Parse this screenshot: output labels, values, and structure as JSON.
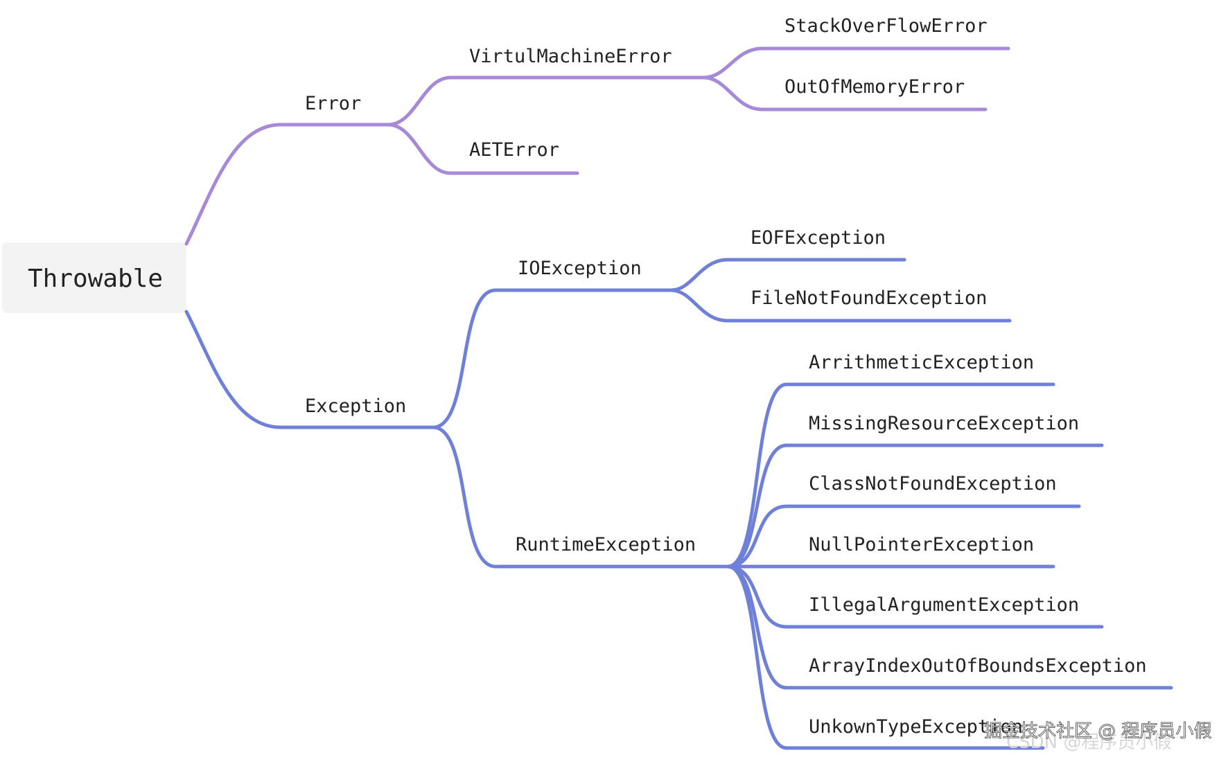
{
  "colors": {
    "error_branch": "#a68ad8",
    "exception_branch": "#6f80d8",
    "root_box": "#f3f3f3",
    "text": "#222222"
  },
  "root": {
    "label": "Throwable"
  },
  "error": {
    "label": "Error",
    "virtual_machine_error": {
      "label": "VirtulMachineError",
      "children": [
        "StackOverFlowError",
        "OutOfMemoryError"
      ]
    },
    "aet_error": {
      "label": "AETError"
    }
  },
  "exception": {
    "label": "Exception",
    "io_exception": {
      "label": "IOException",
      "children": [
        "EOFException",
        "FileNotFoundException"
      ]
    },
    "runtime_exception": {
      "label": "RuntimeException",
      "children": [
        "ArrithmeticException",
        "MissingResourceException",
        "ClassNotFoundException",
        "NullPointerException",
        "IllegalArgumentException",
        "ArrayIndexOutOfBoundsException",
        "UnkownTypeException"
      ]
    }
  },
  "watermark": {
    "faint": "CSDN @程序员小假",
    "overlay": "掘金技术社区 @ 程序员小假"
  }
}
